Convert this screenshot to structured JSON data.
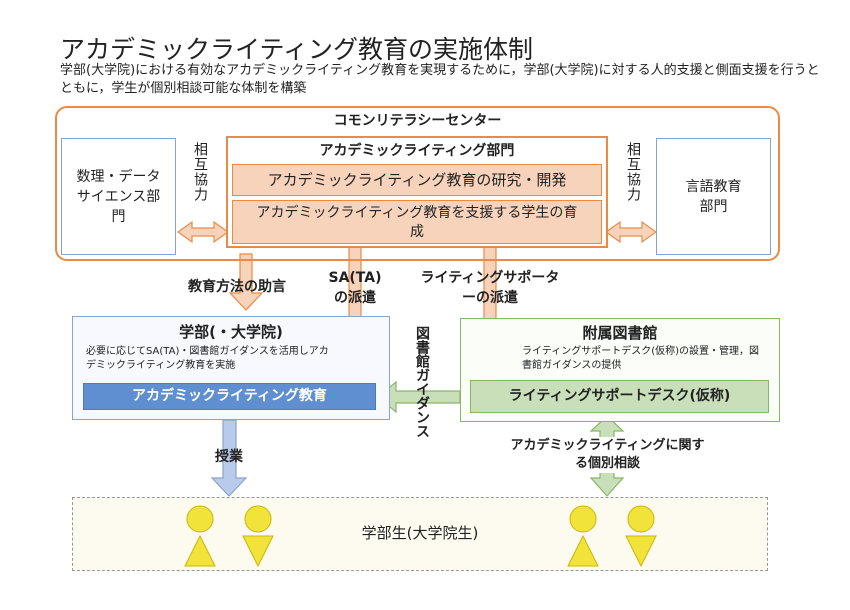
{
  "title": "アカデミックライティング教育の実施体制",
  "subtitle": "学部(大学院)における有効なアカデミックライティング教育を実現するために，学部(大学院)に対する人的支援と側面支援を行うとともに，学生が個別相談可能な体制を構築",
  "colors": {
    "orange_border": "#ea8a45",
    "orange_fill": "#f8d3bb",
    "green_border": "#86b86a",
    "green_fill": "#c9dfba",
    "blue_border": "#8aa3cc",
    "blue_fill": "#5f8fd1",
    "yellow": "#f2e33a",
    "cream": "#fdfaf0"
  },
  "commons_center": {
    "title": "コモンリテラシーセンター",
    "data_science_dept": "数理・データサイエンス部門",
    "language_dept": "言語教育部門",
    "academic_writing_dept": {
      "title": "アカデミックライティング部門",
      "item1": "アカデミックライティング教育の研究・開発",
      "item2": "アカデミックライティング教育を支援する学生の育成"
    },
    "mutual_cooperation_left": "相互協力",
    "mutual_cooperation_right": "相互協力"
  },
  "flows": {
    "teaching_method_advice": "教育方法の助言",
    "sa_ta_dispatch": "SA(TA)の派遣",
    "writing_supporter_dispatch": "ライティングサポーターの派遣",
    "library_guidance": "図書館ガイダンス",
    "classes": "授業",
    "individual_consultation": "アカデミックライティングに関する個別相談"
  },
  "faculty": {
    "title": "学部(・大学院)",
    "description": "必要に応じてSA(TA)・図書館ガイダンスを活用しアカデミックライティング教育を実施",
    "program": "アカデミックライティング教育"
  },
  "library": {
    "title": "附属図書館",
    "description": "ライティングサポートデスク(仮称)の設置・管理，図書館ガイダンスの提供",
    "desk": "ライティングサポートデスク(仮称)"
  },
  "students": {
    "label": "学部生(大学院生)"
  }
}
